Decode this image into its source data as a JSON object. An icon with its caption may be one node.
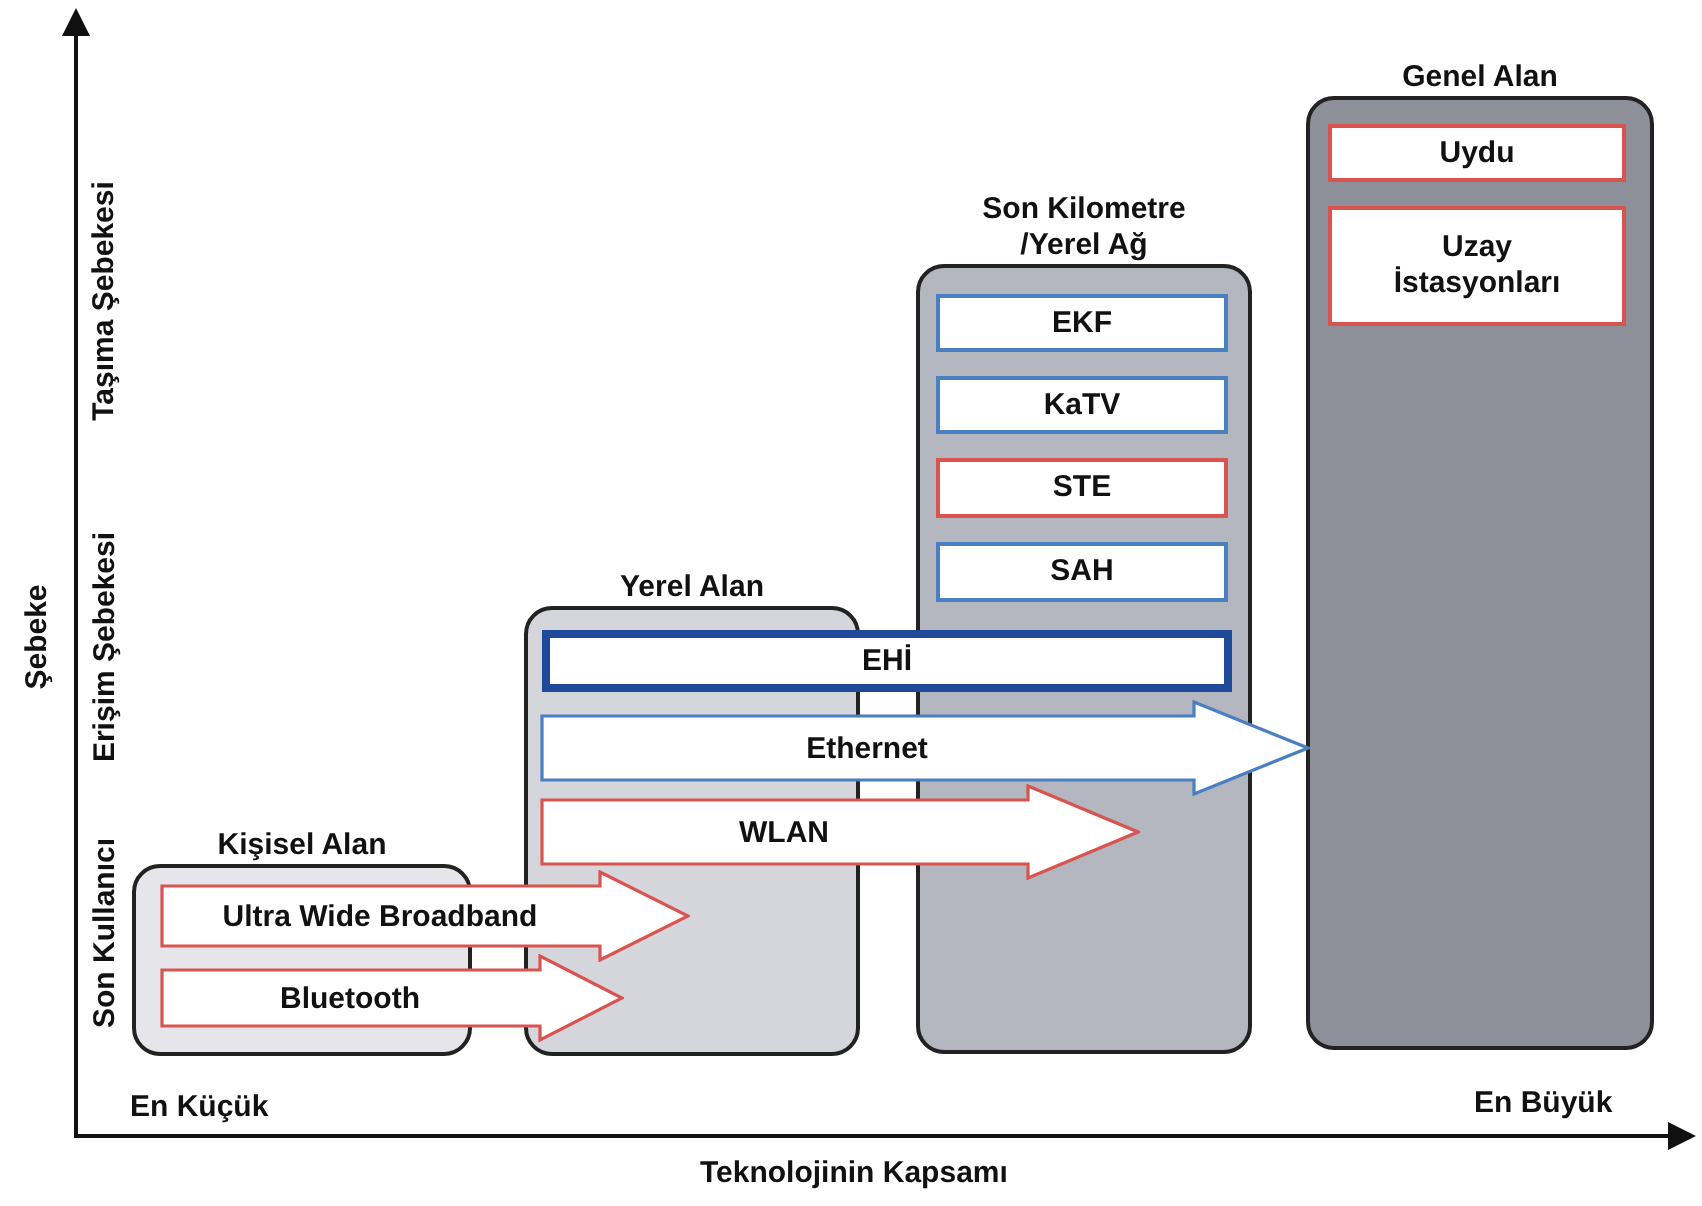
{
  "diagram": {
    "nodes": [
      {
        "text": [
          "Kişisel Alan"
        ]
      },
      {
        "text": [
          "Yerel Alan"
        ]
      },
      {
        "text": [
          "Son Kilometre /Yerel Ağ"
        ]
      },
      {
        "text": [
          "Genel Alan"
        ]
      },
      {
        "text": [
          "EKF"
        ],
        "in": 2
      },
      {
        "text": [
          "KaTV"
        ],
        "in": 2
      },
      {
        "text": [
          "STE"
        ],
        "in": 2
      },
      {
        "text": [
          "SAH"
        ],
        "in": 2
      },
      {
        "text": [
          "Uydu"
        ],
        "in": 3
      },
      {
        "text": [
          "Uzay İstasyonları"
        ],
        "in": 3
      },
      {
        "text": [
          "EHİ"
        ]
      },
      {
        "text": [
          "Ethernet"
        ]
      },
      {
        "text": [
          "WLAN"
        ]
      },
      {
        "text": [
          "Ultra Wide Broadband"
        ]
      },
      {
        "text": [
          "Bluetooth"
        ]
      }
    ],
    "labels": [
      "Şebeke",
      "Taşıma Şebekesi",
      "Erişim Şebekesi",
      "Son Kullanıcı",
      "En Küçük",
      "En Büyük",
      "Teknolojinin Kapsamı"
    ]
  }
}
